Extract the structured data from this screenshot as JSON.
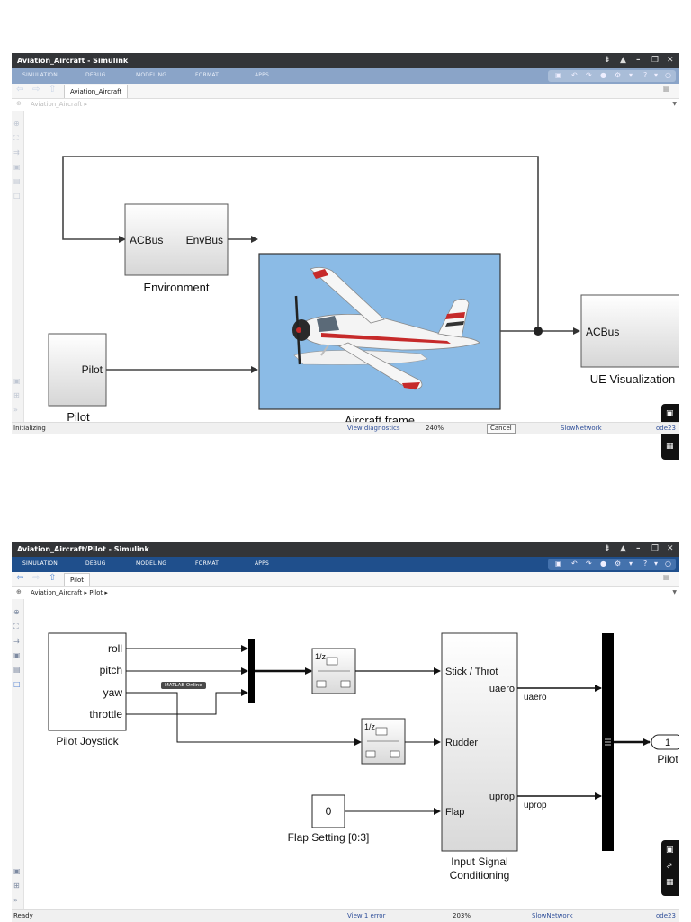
{
  "window1": {
    "title": "Aviation_Aircraft - Simulink",
    "ribbon_tabs": [
      "SIMULATION",
      "DEBUG",
      "MODELING",
      "FORMAT",
      "APPS"
    ],
    "doc_tab": "Aviation_Aircraft",
    "breadcrumb": "Aviation_Aircraft ▸",
    "blocks": {
      "environment": {
        "label": "Environment",
        "in_port": "ACBus",
        "out_port": "EnvBus"
      },
      "pilot": {
        "label": "Pilot",
        "out_port": "Pilot"
      },
      "aircraft": {
        "label": "Aircraft frame"
      },
      "ue": {
        "label": "UE Visualization",
        "in_port": "ACBus"
      }
    },
    "status": {
      "left": "Initializing",
      "diag": "View diagnostics",
      "zoom": "240%",
      "cancel": "Cancel",
      "network": "SlowNetwork",
      "solver": "ode23"
    }
  },
  "window2": {
    "title": "Aviation_Aircraft/Pilot - Simulink",
    "ribbon_tabs": [
      "SIMULATION",
      "DEBUG",
      "MODELING",
      "FORMAT",
      "APPS"
    ],
    "doc_tab": "Pilot",
    "breadcrumb": "Aviation_Aircraft ▸ Pilot ▸",
    "blocks": {
      "joystick": {
        "label": "Pilot Joystick",
        "ports": [
          "roll",
          "pitch",
          "yaw",
          "throttle"
        ]
      },
      "delay1": {
        "text": "1/z"
      },
      "delay2": {
        "text": "1/z"
      },
      "flap": {
        "value": "0",
        "label": "Flap Setting [0:3]"
      },
      "conditioning": {
        "label_line1": "Input Signal",
        "label_line2": "Conditioning",
        "in_ports": [
          "Stick / Throt",
          "Rudder",
          "Flap"
        ],
        "out_ports": [
          "uaero",
          "uprop"
        ]
      },
      "signal_uaero": "uaero",
      "signal_uprop": "uprop",
      "outport": {
        "number": "1",
        "label": "Pilot"
      }
    },
    "tooltip": "MATLAB Online",
    "status": {
      "left": "Ready",
      "diag": "View 1 error",
      "zoom": "203%",
      "network": "SlowNetwork",
      "solver": "ode23"
    }
  },
  "colors": {
    "title_bg": "#333538",
    "ribbon_bg": "#3a6aa6",
    "aircraft_bg": "#8bbbe6"
  }
}
